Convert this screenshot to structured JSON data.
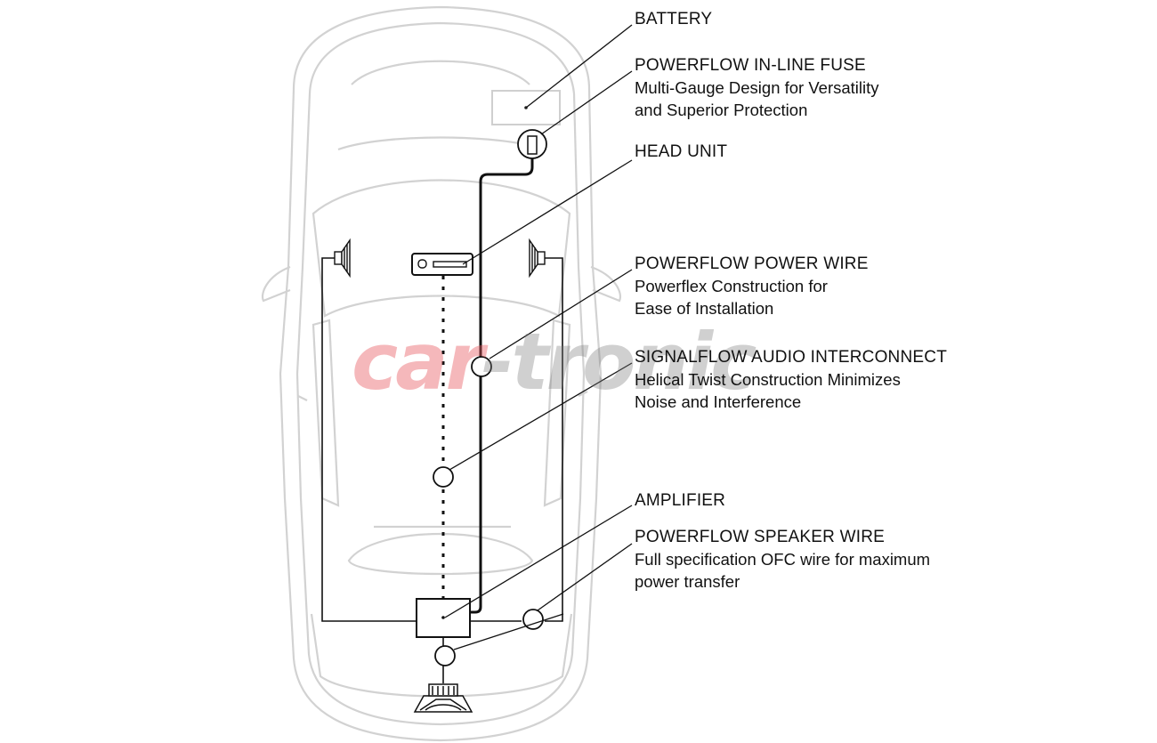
{
  "watermark": {
    "left": "car",
    "right": "-tronic"
  },
  "labels": {
    "battery": {
      "title": "BATTERY"
    },
    "fuse": {
      "title": "POWERFLOW IN-LINE FUSE",
      "line1": "Multi-Gauge Design for Versatility",
      "line2": "and Superior Protection"
    },
    "head_unit": {
      "title": "HEAD UNIT"
    },
    "power_wire": {
      "title": "POWERFLOW POWER WIRE",
      "line1": "Powerflex Construction for",
      "line2": "Ease of Installation"
    },
    "interconnect": {
      "title": "SIGNALFLOW AUDIO INTERCONNECT",
      "line1": "Helical Twist Construction Minimizes",
      "line2": "Noise and Interference"
    },
    "amplifier": {
      "title": "AMPLIFIER"
    },
    "speaker_wire": {
      "title": "POWERFLOW SPEAKER WIRE",
      "line1": "Full specification OFC wire for maximum",
      "line2": "power transfer"
    }
  }
}
